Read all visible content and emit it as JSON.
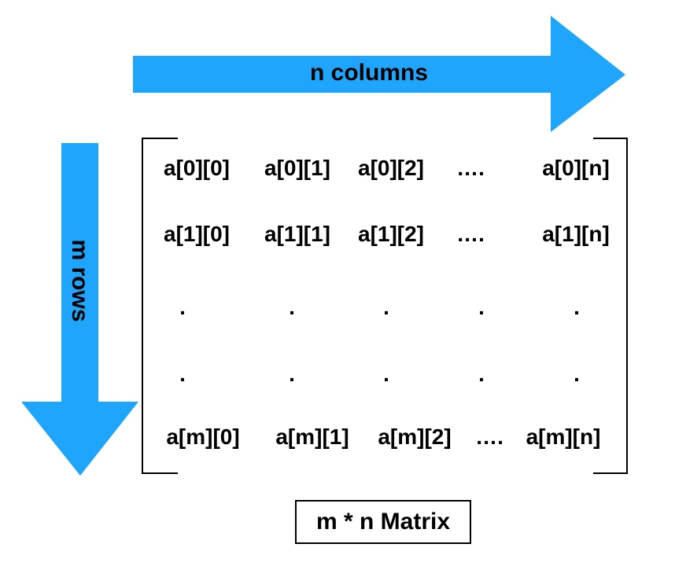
{
  "colors": {
    "arrow": "#1fa5fb",
    "text": "#000000",
    "background": "#ffffff"
  },
  "columns_label": "n columns",
  "rows_label": "m rows",
  "caption": "m * n Matrix",
  "matrix": {
    "rows": [
      [
        "a[0][0]",
        "a[0][1]",
        "a[0][2]",
        "….",
        "a[0][n]"
      ],
      [
        "a[1][0]",
        "a[1][1]",
        "a[1][2]",
        "….",
        "a[1][n]"
      ],
      [
        ".",
        ".",
        ".",
        ".",
        "."
      ],
      [
        ".",
        ".",
        ".",
        ".",
        "."
      ],
      [
        "a[m][0]",
        "a[m][1]",
        "a[m][2]",
        "….",
        "a[m][n]"
      ]
    ]
  }
}
